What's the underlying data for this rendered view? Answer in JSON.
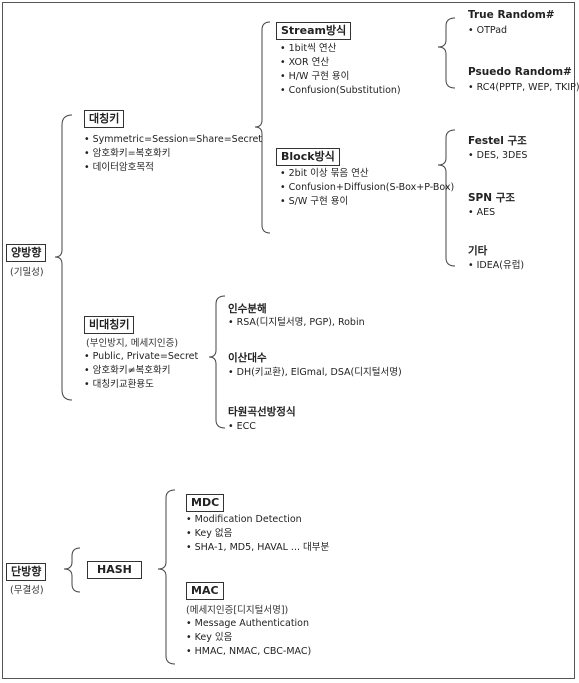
{
  "two_way": {
    "label": "양방향",
    "sub": "(기밀성)"
  },
  "symmetric": {
    "label": "대칭키",
    "items": [
      "Symmetric=Session=Share=Secret",
      "암호화키=복호화키",
      "데이터암호목적"
    ]
  },
  "stream": {
    "label": "Stream방식",
    "items": [
      "1bit씩 연산",
      "XOR 연산",
      "H/W 구현 용이",
      "Confusion(Substitution)"
    ]
  },
  "true_random": {
    "label": "True Random#",
    "items": [
      "OTPad"
    ]
  },
  "pseudo_random": {
    "label": "Psuedo Random#",
    "items": [
      "RC4(PPTP, WEP, TKIP)"
    ]
  },
  "block": {
    "label": "Block방식",
    "items": [
      "2bit 이상 묶음 연산",
      "Confusion+Diffusion(S-Box+P-Box)",
      "S/W 구현 용이"
    ]
  },
  "festel": {
    "label": "Festel 구조",
    "items": [
      "DES, 3DES"
    ]
  },
  "spn": {
    "label": "SPN 구조",
    "items": [
      "AES"
    ]
  },
  "etc": {
    "label": "기타",
    "items": [
      "IDEA(유럽)"
    ]
  },
  "asymmetric": {
    "label": "비대칭키",
    "sub": "(부인방지, 메세지인증)",
    "items": [
      "Public, Private=Secret",
      "암호화키≠복호화키",
      "대칭키교환용도"
    ]
  },
  "factorization": {
    "label": "인수분해",
    "items": [
      "RSA(디지털서명, PGP), Robin"
    ]
  },
  "discrete_log": {
    "label": "이산대수",
    "items": [
      "DH(키교환), ElGmal, DSA(디지털서명)"
    ]
  },
  "ecc": {
    "label": "타원곡선방정식",
    "items": [
      "ECC"
    ]
  },
  "one_way": {
    "label": "단방향",
    "sub": "(무결성)"
  },
  "hash": {
    "label": "HASH"
  },
  "mdc": {
    "label": "MDC",
    "items": [
      "Modification Detection",
      "Key 없음",
      "SHA-1, MD5, HAVAL ... 대부분"
    ]
  },
  "mac": {
    "label": "MAC",
    "sub": "(메세지인증[디지털서명])",
    "items": [
      "Message Authentication",
      "Key 있음",
      "HMAC, NMAC, CBC-MAC)"
    ]
  }
}
